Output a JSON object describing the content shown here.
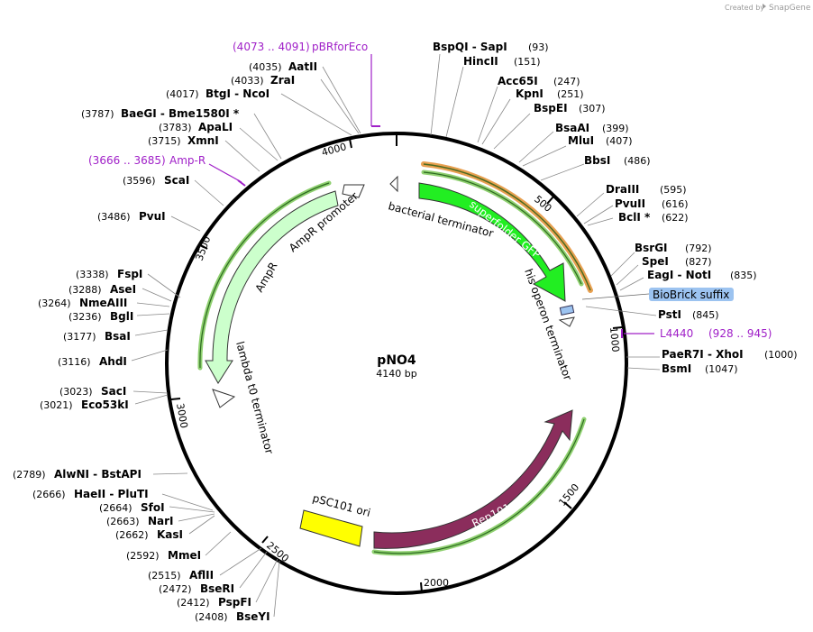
{
  "header": {
    "credit": "Created by",
    "brand": "SnapGene"
  },
  "plasmid": {
    "name": "pNO4",
    "size": "4140 bp"
  },
  "ticks": [
    "500",
    "1000",
    "1500",
    "2000",
    "2500",
    "3000",
    "3500",
    "4000"
  ],
  "sites": [
    {
      "name": "BspQI  - SapI",
      "pos": "(93)"
    },
    {
      "name": "HincII",
      "pos": "(151)"
    },
    {
      "name": "Acc65I",
      "pos": "(247)"
    },
    {
      "name": "KpnI",
      "pos": "(251)"
    },
    {
      "name": "BspEI",
      "pos": "(307)"
    },
    {
      "name": "BsaAI",
      "pos": "(399)"
    },
    {
      "name": "MluI",
      "pos": "(407)"
    },
    {
      "name": "BbsI",
      "pos": "(486)"
    },
    {
      "name": "DraIII",
      "pos": "(595)"
    },
    {
      "name": "PvuII",
      "pos": "(616)"
    },
    {
      "name": "BclI *",
      "pos": "(622)"
    },
    {
      "name": "BsrGI",
      "pos": "(792)"
    },
    {
      "name": "SpeI",
      "pos": "(827)"
    },
    {
      "name": "EagI  - NotI",
      "pos": "(835)"
    },
    {
      "name": "PstI",
      "pos": "(845)"
    },
    {
      "name": "PaeR7I  - XhoI",
      "pos": "(1000)"
    },
    {
      "name": "BsmI",
      "pos": "(1047)"
    },
    {
      "name": "AatII",
      "pos": "(4035)"
    },
    {
      "name": "ZraI",
      "pos": "(4033)"
    },
    {
      "name": "BtgI  - NcoI",
      "pos": "(4017)"
    },
    {
      "name": "BaeGI  - Bme1580I *",
      "pos": "(3787)"
    },
    {
      "name": "ApaLI",
      "pos": "(3783)"
    },
    {
      "name": "XmnI",
      "pos": "(3715)"
    },
    {
      "name": "ScaI",
      "pos": "(3596)"
    },
    {
      "name": "PvuI",
      "pos": "(3486)"
    },
    {
      "name": "FspI",
      "pos": "(3338)"
    },
    {
      "name": "AseI",
      "pos": "(3288)"
    },
    {
      "name": "NmeAIII",
      "pos": "(3264)"
    },
    {
      "name": "BglI",
      "pos": "(3236)"
    },
    {
      "name": "BsaI",
      "pos": "(3177)"
    },
    {
      "name": "AhdI",
      "pos": "(3116)"
    },
    {
      "name": "SacI",
      "pos": "(3023)"
    },
    {
      "name": "Eco53kI",
      "pos": "(3021)"
    },
    {
      "name": "AlwNI  - BstAPI",
      "pos": "(2789)"
    },
    {
      "name": "HaeII  - PluTI",
      "pos": "(2666)"
    },
    {
      "name": "SfoI",
      "pos": "(2664)"
    },
    {
      "name": "NarI",
      "pos": "(2663)"
    },
    {
      "name": "KasI",
      "pos": "(2662)"
    },
    {
      "name": "MmeI",
      "pos": "(2592)"
    },
    {
      "name": "AflII",
      "pos": "(2515)"
    },
    {
      "name": "BseRI",
      "pos": "(2472)"
    },
    {
      "name": "PspFI",
      "pos": "(2412)"
    },
    {
      "name": "BseYI",
      "pos": "(2408)"
    }
  ],
  "primers": [
    {
      "range": "(4073 .. 4091)",
      "name": "pBRforEco"
    },
    {
      "range": "(3666 .. 3685)",
      "name": "Amp-R"
    },
    {
      "name": "L4440",
      "range": "(928 .. 945)"
    }
  ],
  "features": {
    "superfolder_gfp": "superfolder GFP",
    "his_terminator": "his operon terminator",
    "bacterial_terminator": "bacterial terminator",
    "ampr_promoter": "AmpR promoter",
    "ampr": "AmpR",
    "lambda_terminator": "lambda t0 terminator",
    "biobrick": "BioBrick suffix",
    "psc101_ori": "pSC101 ori",
    "rep101": "Rep101"
  },
  "colors": {
    "gfp": "#22ee22",
    "ampr": "#ccffcc",
    "rep101": "#8b2d5c",
    "ori": "#ffff00",
    "primer": "#a020c8",
    "biobrick": "#9cc3f0",
    "orange_track": "#e8a050",
    "green_track": "#8fd070"
  }
}
